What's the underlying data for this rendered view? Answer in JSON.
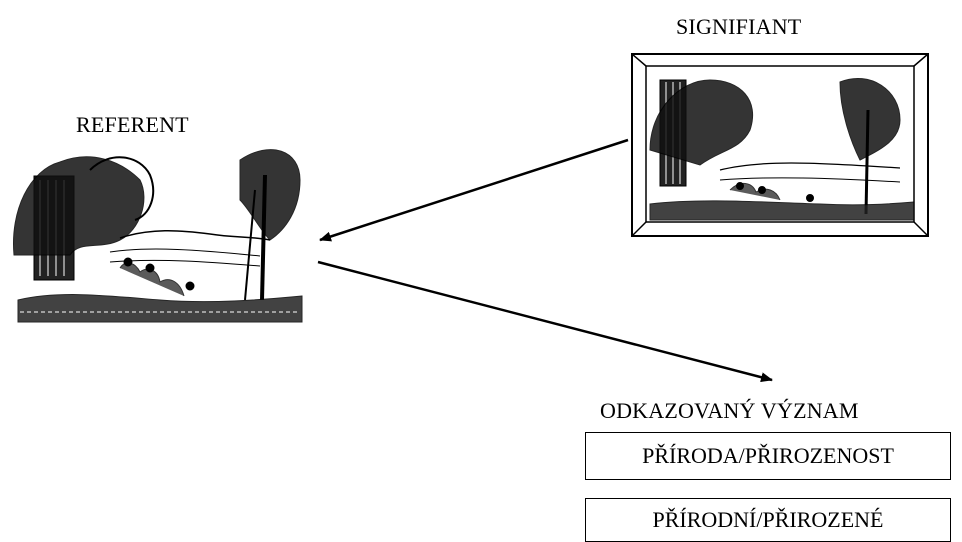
{
  "labels": {
    "signifiant": "SIGNIFIANT",
    "referent": "REFERENT",
    "meaning": "ODKAZOVANÝ VÝZNAM"
  },
  "meaning_boxes": [
    "PŘÍRODA/PŘIROZENOST",
    "PŘÍRODNÍ/PŘIROZENÉ"
  ],
  "colors": {
    "ink": "#000000",
    "paper": "#ffffff"
  },
  "icons": {
    "referent": "landscape-engraving-icon",
    "signifiant": "framed-landscape-picture-icon"
  }
}
